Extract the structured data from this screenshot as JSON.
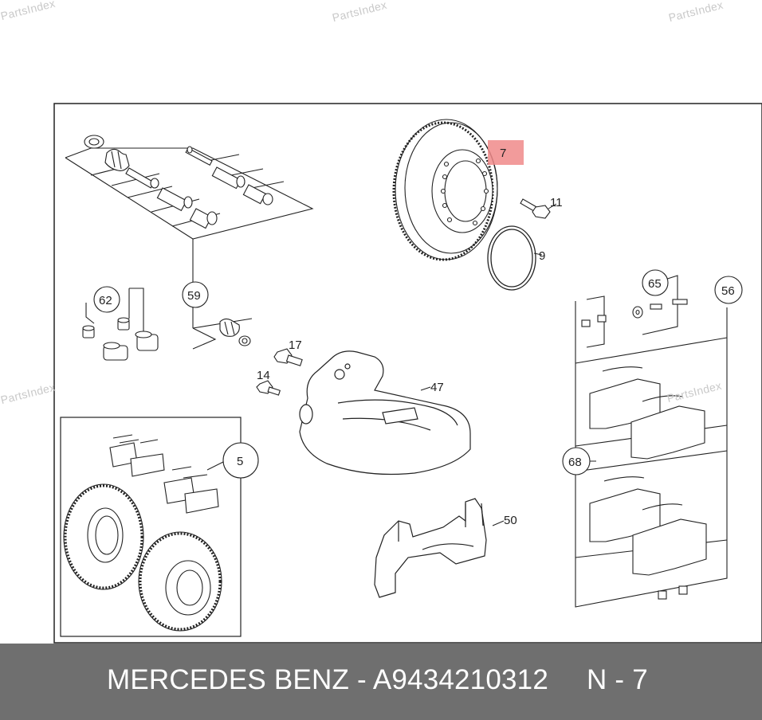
{
  "watermarks": [
    "PartsIndex",
    "PartsIndex",
    "PartsIndex",
    "PartsIndex",
    "PartsIndex"
  ],
  "callouts": {
    "c7": "7",
    "c11": "11",
    "c9": "9",
    "c59": "59",
    "c62": "62",
    "c17": "17",
    "c14": "14",
    "c47": "47",
    "c5": "5",
    "c50": "50",
    "c65": "65",
    "c56": "56",
    "c68": "68"
  },
  "highlight_color": "#f08a8a",
  "footer": {
    "brand": "MERCEDES BENZ",
    "separator": " - ",
    "part_number": "A9434210312",
    "position": "N - 7"
  }
}
